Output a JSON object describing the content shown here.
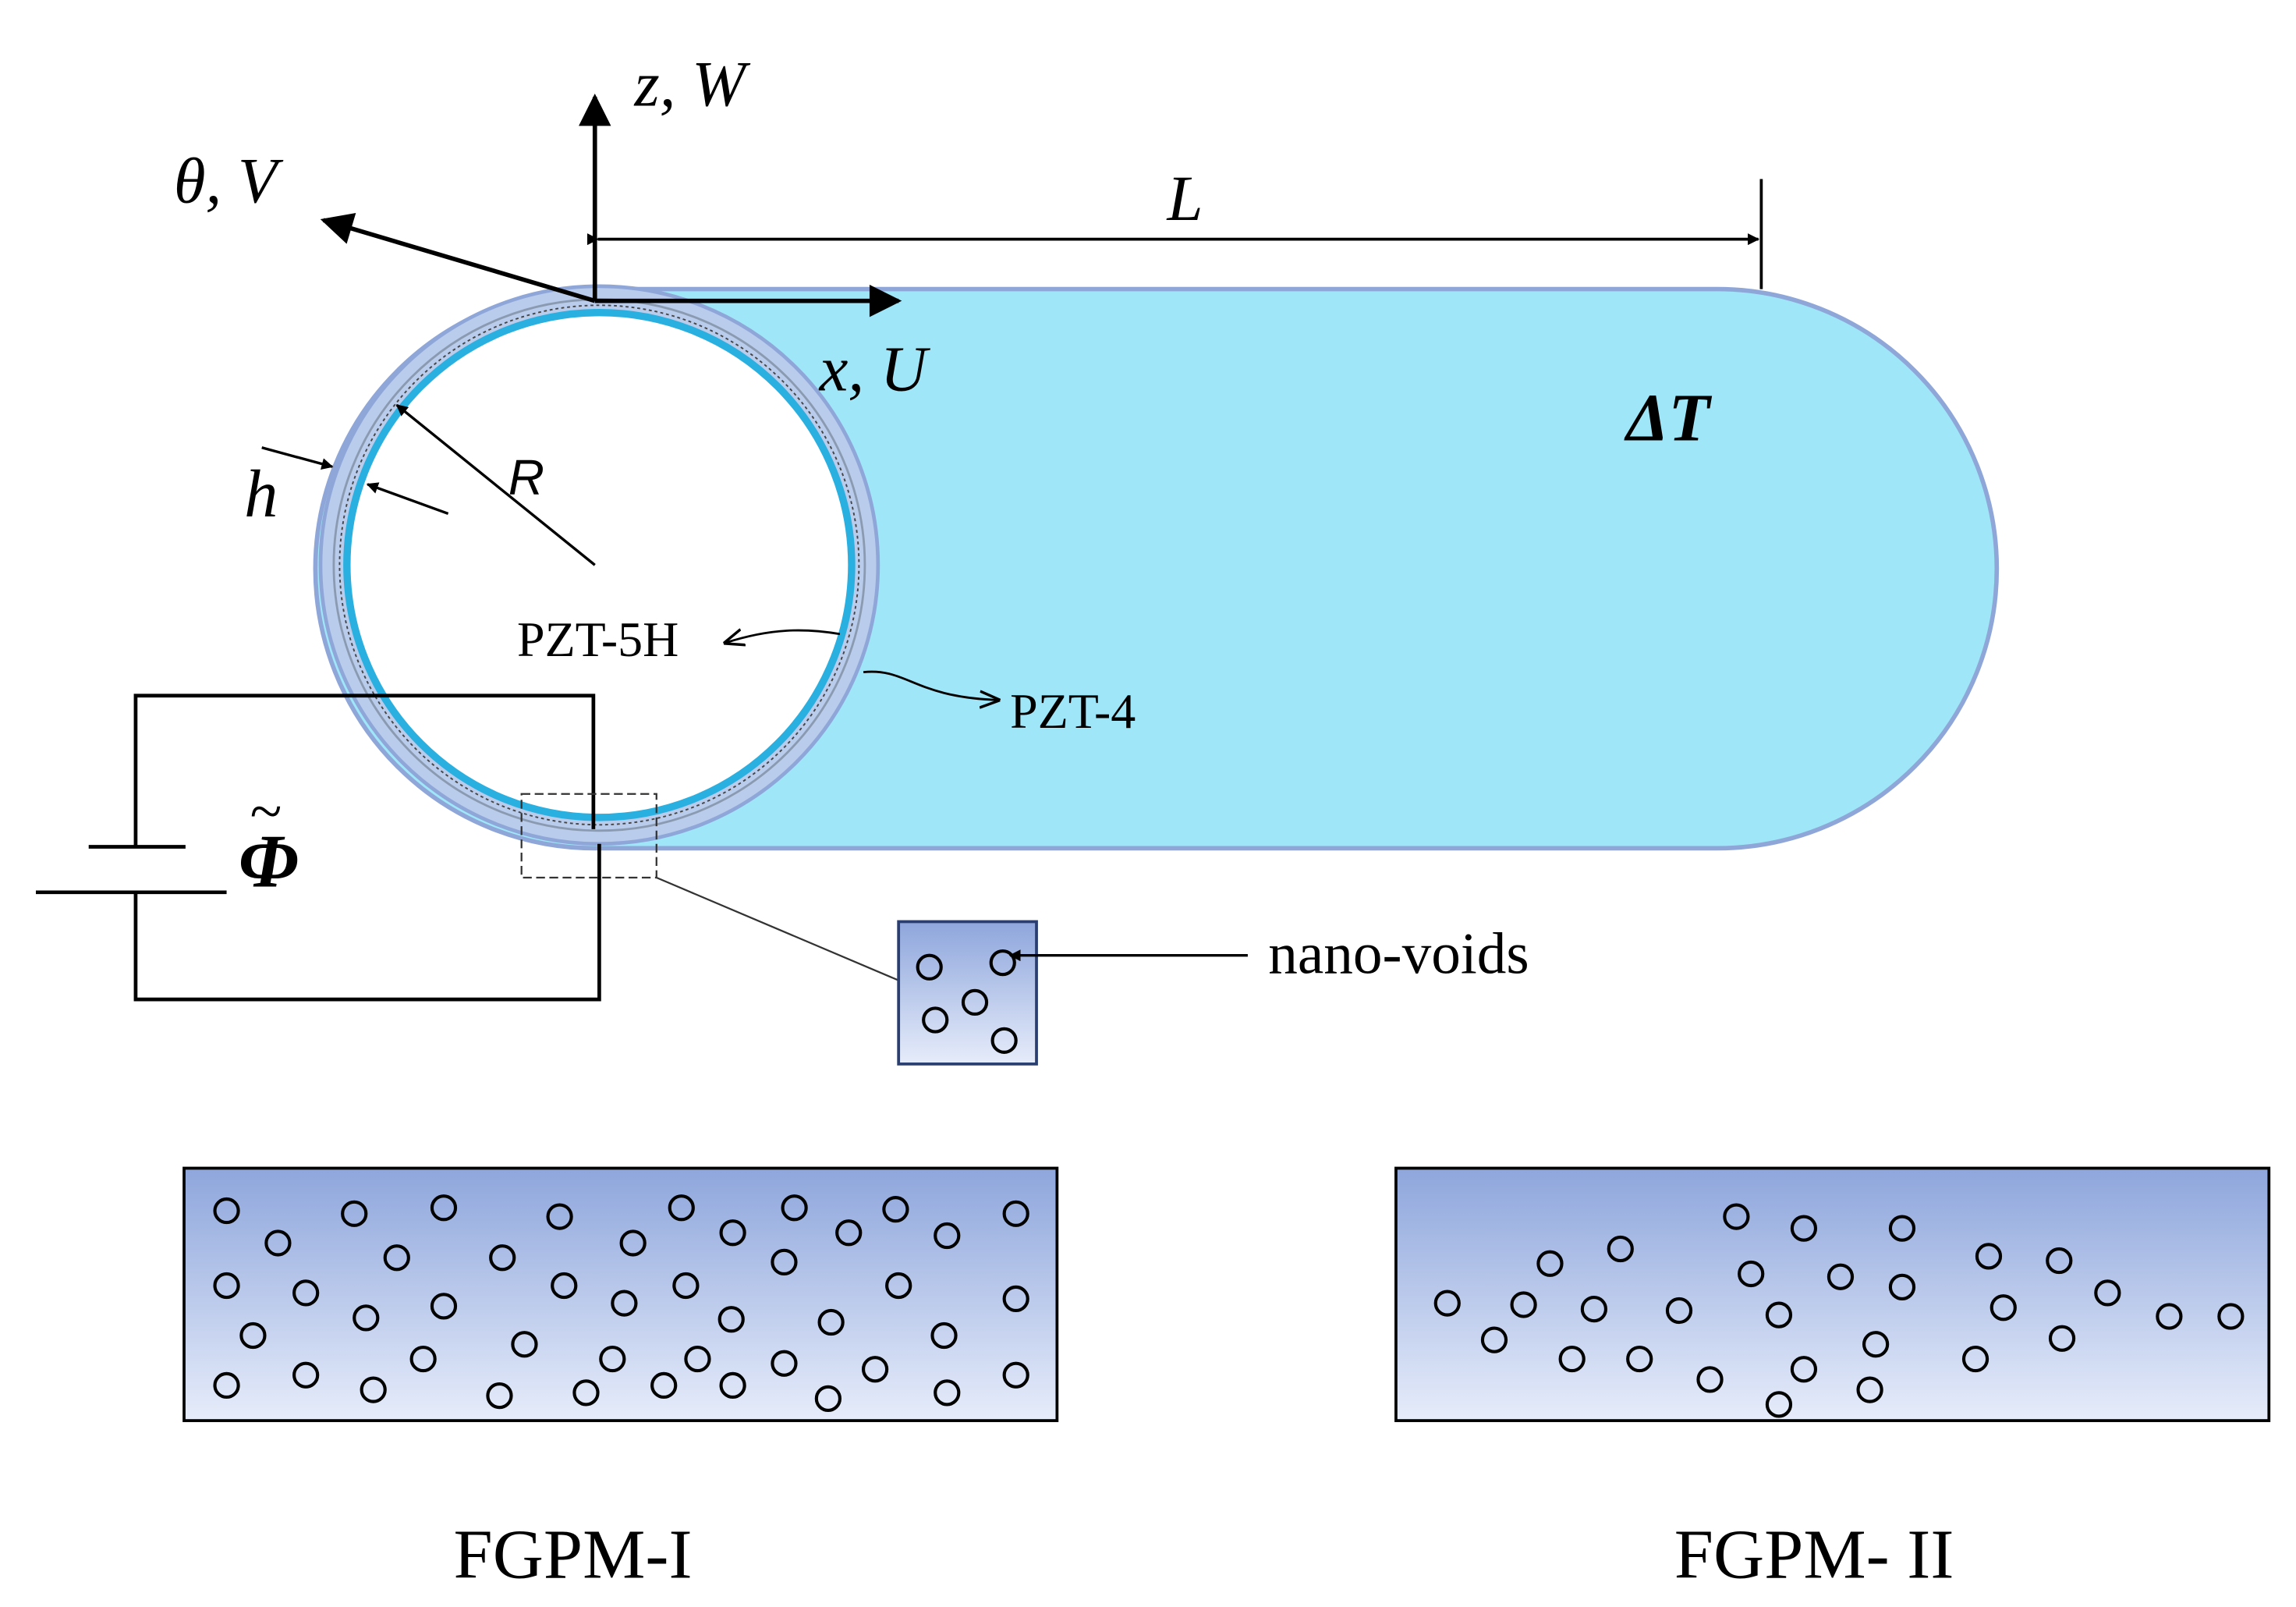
{
  "labels": {
    "z_axis": "z, W",
    "theta_axis": "θ, V",
    "x_axis": "x, U",
    "length": "L",
    "radius": "R",
    "thickness": "h",
    "temperature": "ΔT",
    "inner_layer": "PZT-5H",
    "outer_layer": "PZT-4",
    "potential": "Φ",
    "potential_tilde": "~",
    "voids": "nano-voids",
    "fgpm1": "FGPM-I",
    "fgpm2": "FGPM- II"
  },
  "colors": {
    "tube_fill": "#9fe6f8",
    "tube_edge": "#8fa6d8",
    "inner_ring": "#2ab0e0",
    "panel_top": "#8ea6dc",
    "panel_bottom": "#e6ecfa"
  }
}
